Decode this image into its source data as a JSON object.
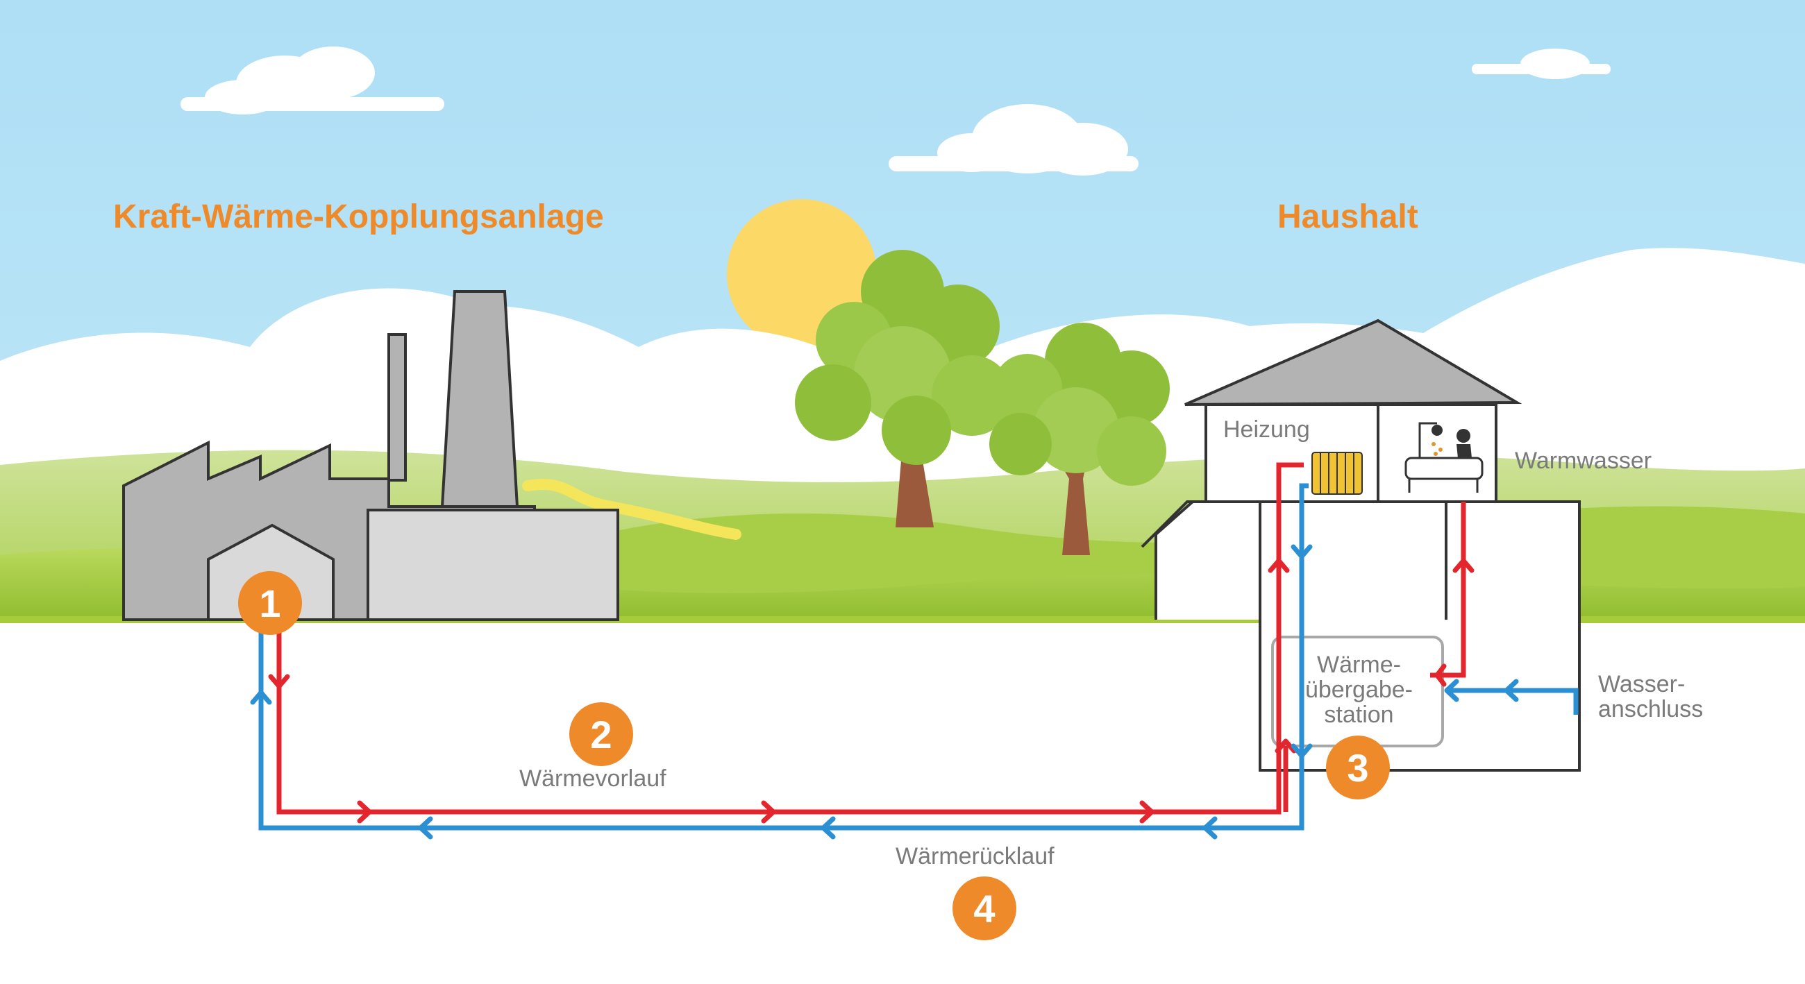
{
  "titles": {
    "plant": "Kraft-Wärme-Kopplungsanlage",
    "household": "Haushalt"
  },
  "labels": {
    "heating": "Heizung",
    "hot_water": "Warmwasser",
    "station_line1": "Wärme-",
    "station_line2": "übergabe-",
    "station_line3": "station",
    "water_line1": "Wasser-",
    "water_line2": "anschluss",
    "supply": "Wärmevorlauf",
    "return": "Wärmerücklauf"
  },
  "badges": {
    "b1": "1",
    "b2": "2",
    "b3": "3",
    "b4": "4"
  },
  "colors": {
    "accent_orange": "#EE8A2A",
    "supply_red": "#E3262E",
    "return_blue": "#2B8FD3",
    "sky": "#B5E2F6",
    "building_gray": "#B3B3B3"
  },
  "icons": {
    "radiator": "radiator-icon",
    "bathtub": "bathtub-shower-icon",
    "sun": "sun-icon"
  }
}
